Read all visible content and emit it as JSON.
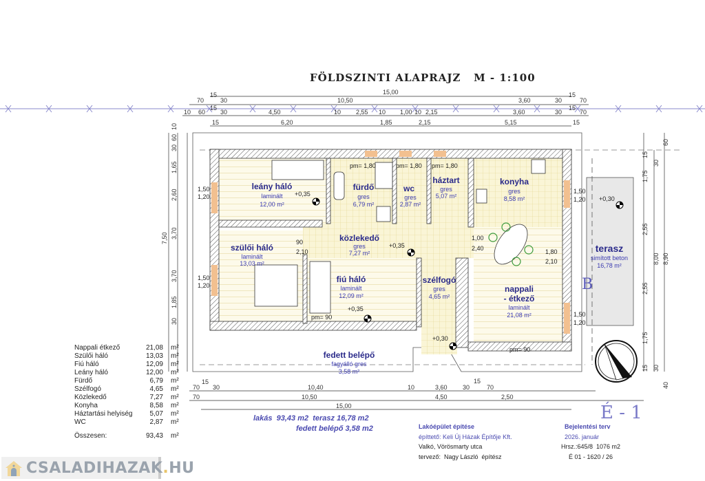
{
  "title": "FÖLDSZINTI ALAPRAJZ   M - 1:100",
  "dimensions": {
    "top_overall": "15,00",
    "top_row1": [
      "70",
      "15",
      "30",
      "10,50",
      "3,60",
      "30",
      "15",
      "70"
    ],
    "top_row2": [
      "10",
      "60",
      "15",
      "30",
      "4,50",
      "10",
      "2,55",
      "10",
      "1,00",
      "10",
      "2,15",
      "3,60",
      "30",
      "15",
      "70"
    ],
    "top_row3": [
      "15",
      "6,20",
      "1,85",
      "2,15",
      "5,15",
      "15"
    ],
    "bottom_row1": [
      "70",
      "15",
      "30",
      "10,40",
      "10",
      "3,60",
      "30",
      "15",
      "70"
    ],
    "bottom_row2": [
      "70",
      "10,50",
      "4,50",
      "2,50"
    ],
    "bottom_overall": "15,00",
    "left": [
      "10",
      "60",
      "30",
      "1,65",
      "2,60",
      "3,70",
      "7,50",
      "3,70",
      "1,85",
      "30",
      "1,50",
      "1,20",
      "1,50",
      "1,20"
    ],
    "right": [
      "60",
      "15",
      "30",
      "1,75",
      "2,55",
      "8,00",
      "8,90",
      "2,55",
      "1,75",
      "15",
      "30",
      "40"
    ]
  },
  "rooms": [
    {
      "name": "leány háló",
      "floor": "laminált",
      "area": "12,00 m²"
    },
    {
      "name": "fürdő",
      "floor": "gres",
      "area": "6,79 m²"
    },
    {
      "name": "wc",
      "floor": "gres",
      "area": "2,87 m²"
    },
    {
      "name": "háztart",
      "floor": "gres",
      "area": "5,07 m²"
    },
    {
      "name": "konyha",
      "floor": "gres",
      "area": "8,58 m²"
    },
    {
      "name": "közlekedő",
      "floor": "gres",
      "area": "7,27 m²"
    },
    {
      "name": "szülői háló",
      "floor": "laminált",
      "area": "13,03 m²"
    },
    {
      "name": "fiú háló",
      "floor": "laminált",
      "area": "12,09 m²"
    },
    {
      "name": "szélfogó",
      "floor": "gres",
      "area": "4,65 m²"
    },
    {
      "name": "nappali",
      "name2": "- étkező",
      "floor": "laminált",
      "area": "21,08 m²"
    },
    {
      "name": "terasz",
      "floor": "simított beton",
      "area": "16,78 m²"
    },
    {
      "name": "fedett belépő",
      "floor": "fagyálló gres",
      "area": "3,58 m²"
    }
  ],
  "annotations": {
    "pm180": "pm= 1,80",
    "pm90": "pm= 90",
    "level035": "+0,35",
    "level030": "+0,30",
    "door_90": "90",
    "door_210": "2,10",
    "win_150": "1,50",
    "win_120": "1,20",
    "win_100": "1,00",
    "win_240": "2,40",
    "win_180": "1,80",
    "section_mark": "B"
  },
  "legend": {
    "rows": [
      {
        "label": "Nappali étkező",
        "value": "21,08",
        "unit": "m²"
      },
      {
        "label": "Szülői háló",
        "value": "13,03",
        "unit": "m²"
      },
      {
        "label": "Fiú háló",
        "value": "12,09",
        "unit": "m²"
      },
      {
        "label": "Leány háló",
        "value": "12,00",
        "unit": "m²"
      },
      {
        "label": "Fürdő",
        "value": "6,79",
        "unit": "m²"
      },
      {
        "label": "Szélfogó",
        "value": "4,65",
        "unit": "m²"
      },
      {
        "label": "Közlekedő",
        "value": "7,27",
        "unit": "m²"
      },
      {
        "label": "Konyha",
        "value": "8,58",
        "unit": "m²"
      },
      {
        "label": "Háztartási helyiség",
        "value": "5,07",
        "unit": "m²"
      },
      {
        "label": "WC",
        "value": "2,87",
        "unit": "m²"
      }
    ],
    "total_label": "Összesen:",
    "total_value": "93,43",
    "total_unit": "m²"
  },
  "summary": {
    "line1": "lakás  93,43 m2  terasz 16,78 m2",
    "line2": "fedett belépő 3,58 m2"
  },
  "title_block": {
    "project": "Lakóépület építése",
    "client": "építtető: Keli Új Házak Építője Kft.",
    "address": "Valkó, Vörösmarty utca",
    "designer": "tervező:  Nagy László  építész",
    "plan_type": "Bejelentési terv",
    "date": "2026. január",
    "lot": "Hrsz.:645/8  1076 m2",
    "code": "É 01 - 1620 / 26",
    "sheet": "É - 1"
  },
  "logo": {
    "text_main": "CSALADIHAZAK",
    "text_dot": ".",
    "text_tld": "HU"
  },
  "colors": {
    "text_blue": "#2a2a8a",
    "accent_blue": "#4a4ab0",
    "tile": "#f6f0c8",
    "wall": "#888888",
    "terrace": "#e6e6e6"
  }
}
